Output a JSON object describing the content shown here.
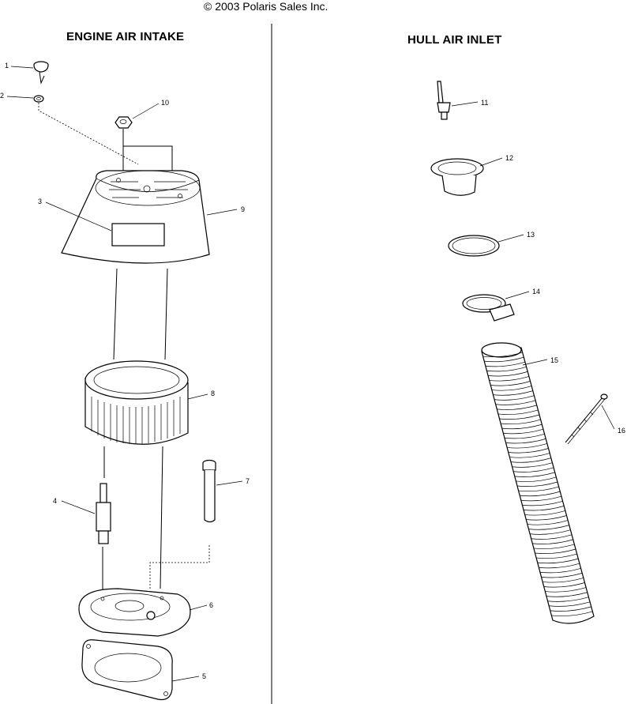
{
  "header": {
    "copyright": "© 2003 Polaris Sales Inc."
  },
  "sections": {
    "left_title": "ENGINE AIR INTAKE",
    "right_title": "HULL AIR INLET"
  },
  "callouts": {
    "c1": "1",
    "c2": "2",
    "c3": "3",
    "c4": "4",
    "c5": "5",
    "c6": "6",
    "c7": "7",
    "c8": "8",
    "c9": "9",
    "c10": "10",
    "c11": "11",
    "c12": "12",
    "c13": "13",
    "c14": "14",
    "c15": "15",
    "c16": "16"
  }
}
